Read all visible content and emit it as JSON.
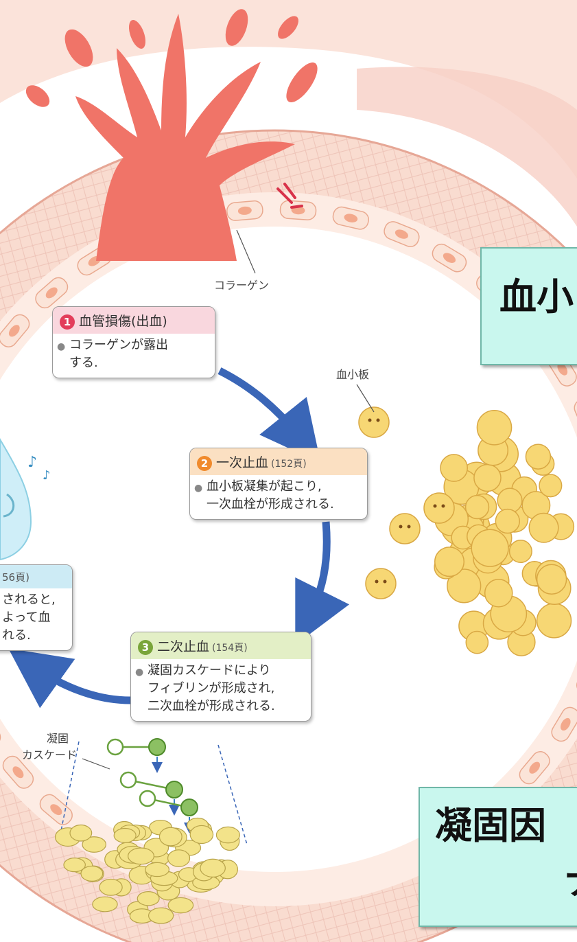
{
  "labels": {
    "collagen": "コラーゲン",
    "platelet": "血小板",
    "coag_cascade_line1": "凝固",
    "coag_cascade_line2": "カスケード"
  },
  "cards": {
    "step1": {
      "number": "1",
      "title": "血管損傷(出血)",
      "page": "",
      "lines": [
        "コラーゲンが露出",
        "する."
      ],
      "header_color": "#f9d7de",
      "number_color": "#e33d5b"
    },
    "step2": {
      "number": "2",
      "title": "一次止血",
      "page": "(152頁)",
      "lines": [
        "血小板凝集が起こり,",
        "一次血栓が形成される."
      ],
      "header_color": "#fbe0c2",
      "number_color": "#f08a2c"
    },
    "step3": {
      "number": "3",
      "title": "二次止血",
      "page": "(154頁)",
      "lines": [
        "凝固カスケードにより",
        "フィブリンが形成され,",
        "二次血栓が形成される."
      ],
      "header_color": "#e3efc6",
      "number_color": "#7aa53a"
    },
    "step4": {
      "page": "56頁)",
      "lines": [
        "されると,",
        "よって血",
        "れる."
      ],
      "header_color": "#cdebf5"
    }
  },
  "captions": {
    "platelet_cut": "血小",
    "coag_factor_cut": "凝固因",
    "coag_factor_line2_cut": "ナ"
  },
  "colors": {
    "vessel_wall": "#f9dcd0",
    "blood": "#f07468",
    "arrow": "#3a66b7",
    "platelet": "#f7d774",
    "caption_bg": "#c9f7ee"
  },
  "icons": {
    "music_note": "♪",
    "arrow_down": "↓"
  }
}
